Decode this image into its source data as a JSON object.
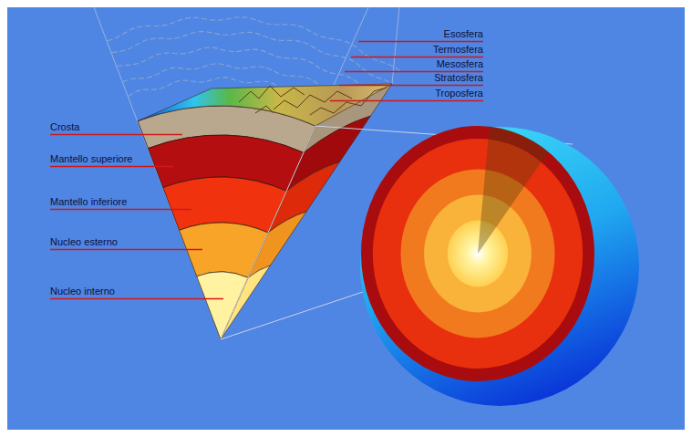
{
  "diagram": {
    "labels": [
      "Esosfera",
      "Termosfera",
      "Mesosfera",
      "Stratosfera",
      "Troposfera",
      "Crosta",
      "Mantello superiore",
      "Mantello inferiore",
      "Nucleo esterno",
      "Nucleo interno"
    ]
  }
}
